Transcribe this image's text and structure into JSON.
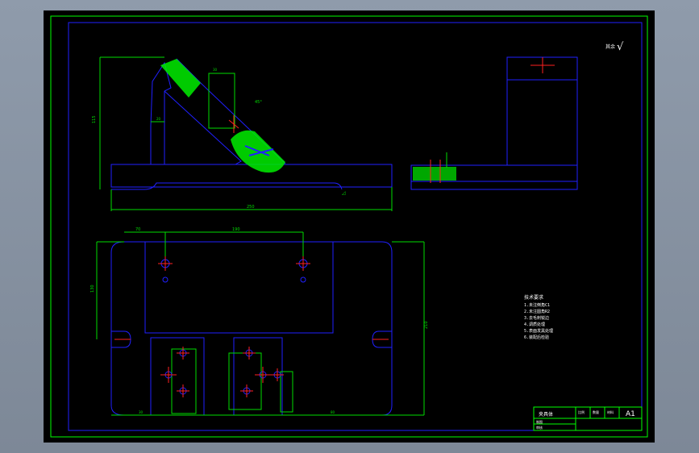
{
  "viewer": {
    "background": "#8f9bab"
  },
  "drawing": {
    "colors": {
      "frame": "#00ff00",
      "outline": "#2020ff",
      "dimension": "#00dd00",
      "center": "#ff2020",
      "text": "#ffffff"
    },
    "roughness_mark": "√",
    "roughness_prefix": "其余",
    "title_block": {
      "part_name": "夹具体",
      "sheet_size": "A1",
      "row_labels": [
        "比例",
        "数量",
        "材料"
      ],
      "bottom_labels": [
        "制图",
        "审核"
      ]
    },
    "tech_notes": [
      "技术要求",
      "1.未注倒角C1",
      "2.未注圆角R2",
      "3.去毛刺锐边",
      "4.调质处理",
      "5.表面发黑处理",
      "6.装配后检验"
    ],
    "dims": {
      "side_total": "250",
      "side_height": "115",
      "plan_length": "190",
      "plan_width": "210",
      "plan_left": "70",
      "plan_right": "80",
      "plan_y": "130",
      "angle": "45°",
      "small_a": "20",
      "small_b": "30"
    }
  }
}
